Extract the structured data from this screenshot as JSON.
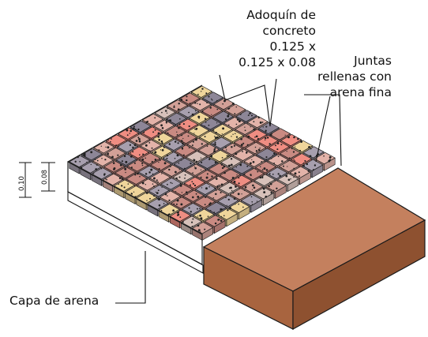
{
  "labels": {
    "paver": [
      "Adoquín de",
      "concreto",
      "0.125 x",
      "0.125 x 0.08"
    ],
    "joints": [
      "Juntas",
      "rellenas con",
      "arena fina"
    ],
    "sand_layer": "Capa de arena",
    "dim_total": "0.10",
    "dim_block": "0.08"
  },
  "colors": {
    "outline": "#1a1a1a",
    "soil_top": "#c4805e",
    "soil_front": "#a8643f",
    "soil_right": "#8e5130",
    "sand": "#ffffff",
    "blocks": [
      "#c98a82",
      "#e3b3a9",
      "#a79fae",
      "#efd59b",
      "#ef8d82",
      "#d7c1ba",
      "#d2a097",
      "#8d8697"
    ]
  },
  "icons": {
    "paver-block": "speckled-concrete-block",
    "soil-block": "compacted-soil-block"
  }
}
